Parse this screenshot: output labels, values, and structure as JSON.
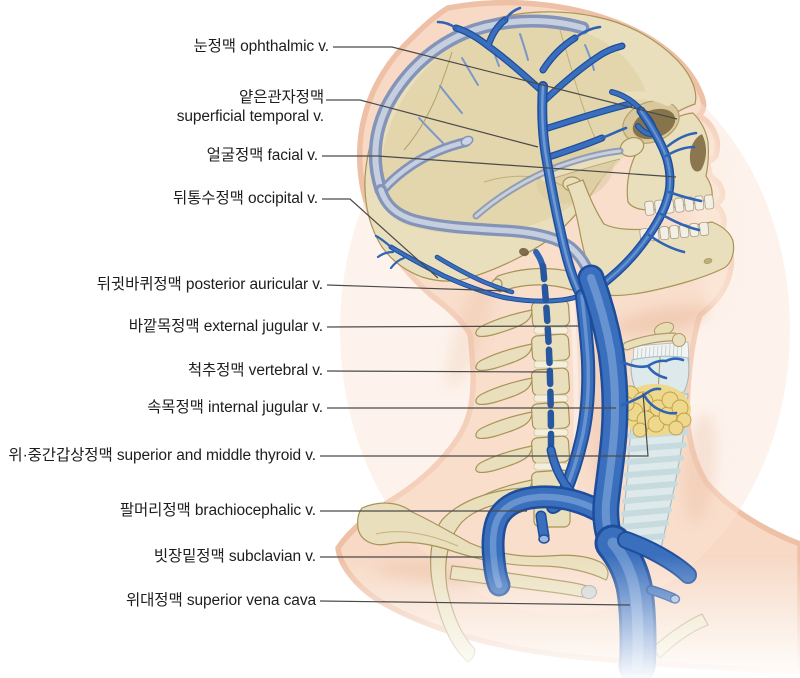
{
  "labels": [
    {
      "ko": "눈정맥",
      "en": "ophthalmic v."
    },
    {
      "ko": "얕은관자정맥",
      "en": "superficial temporal v."
    },
    {
      "ko": "얼굴정맥",
      "en": "facial v."
    },
    {
      "ko": "뒤통수정맥",
      "en": "occipital v."
    },
    {
      "ko": "뒤귓바퀴정맥",
      "en": "posterior auricular v."
    },
    {
      "ko": "바깥목정맥",
      "en": "external jugular v."
    },
    {
      "ko": "척추정맥",
      "en": "vertebral v."
    },
    {
      "ko": "속목정맥",
      "en": "internal jugular v."
    },
    {
      "ko": "위·중간갑상정맥",
      "en": "superior and middle thyroid v."
    },
    {
      "ko": "팔머리정맥",
      "en": "brachiocephalic v."
    },
    {
      "ko": "빗장밑정맥",
      "en": "subclavian v."
    },
    {
      "ko": "위대정맥",
      "en": "superior vena cava"
    }
  ],
  "colors": {
    "vein_dark": "#1d4d9b",
    "vein": "#3a6fbd",
    "vein_light": "#86abdc",
    "vein_twig": "#2f63b4",
    "sinus_dark": "#8494b8",
    "sinus": "#a9b5cd",
    "sinus_light": "#c6cfe0",
    "bone": "#eadfbc",
    "bone_shade": "#d8c89c",
    "bone_line": "#a89459",
    "teeth": "#f3efe5",
    "teeth_line": "#a79e85",
    "skin": "#f7d9c5",
    "skin_edge": "#eec0a6",
    "skin_light": "#fae4d4",
    "skin_shadow": "#e2a582",
    "thyroid": "#edd88c",
    "thyroid_line": "#c09c48",
    "cart": "#dde9ea",
    "cart_line": "#a3bcc2",
    "cart_band": "#c7dbdf",
    "leader": "#4a4a4a",
    "text": "#1d1d1b"
  }
}
